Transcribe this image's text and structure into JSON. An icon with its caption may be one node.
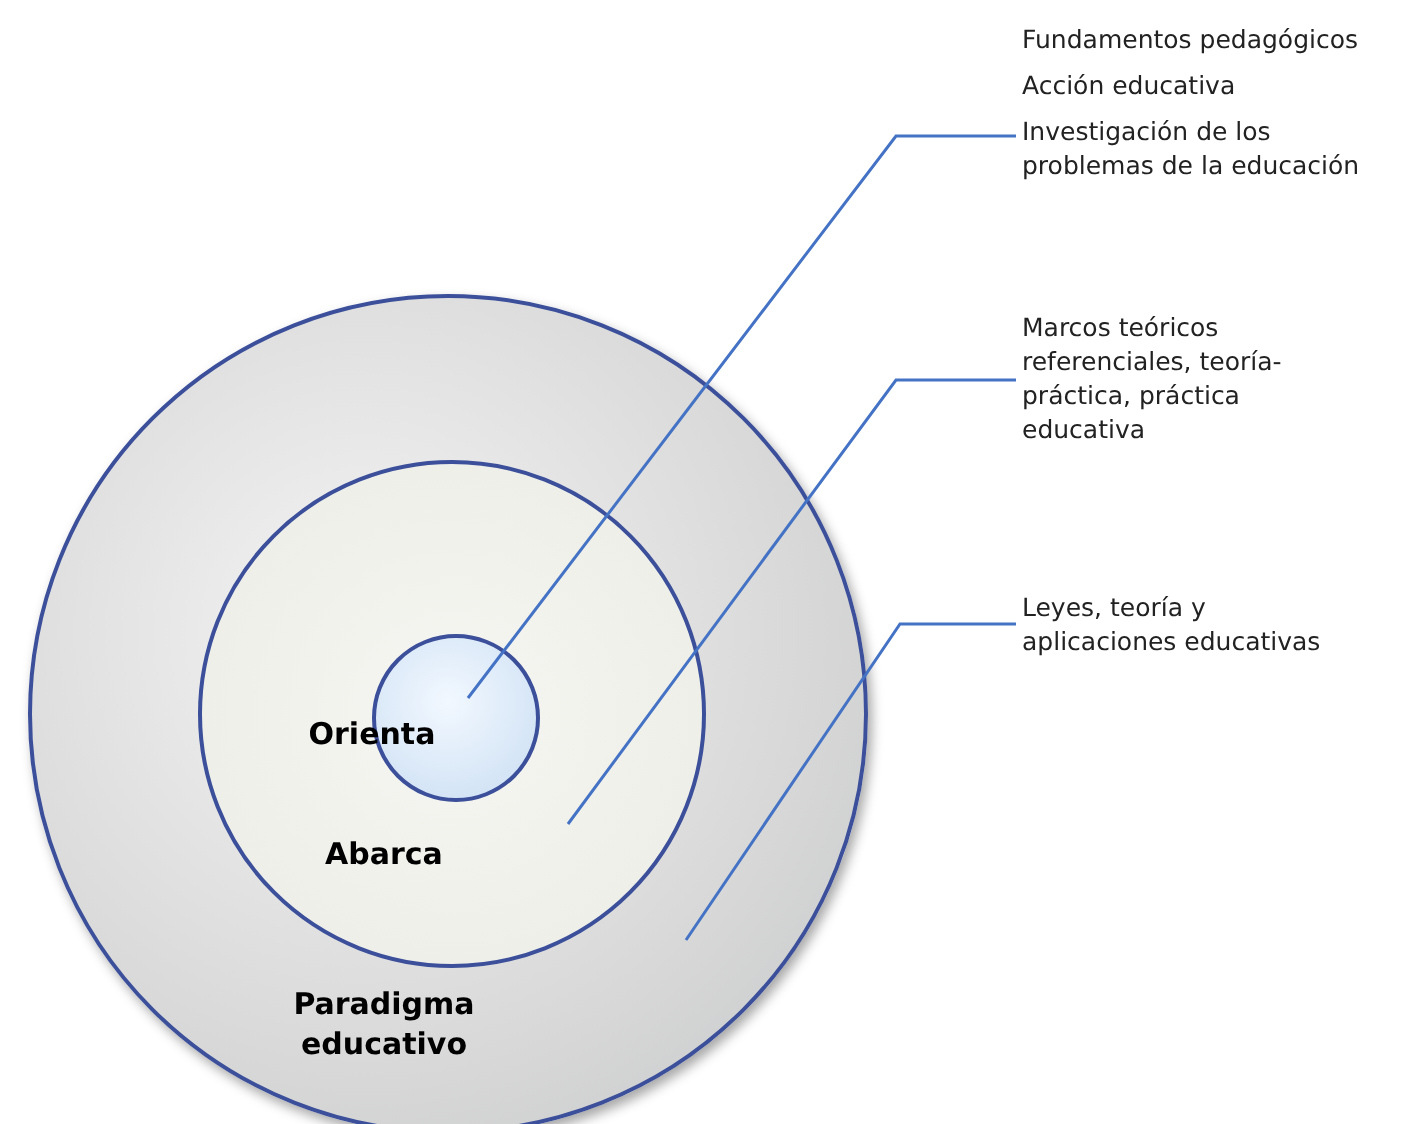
{
  "diagram": {
    "nodes": [
      {
        "text": [
          "Paradigma educativo"
        ]
      },
      {
        "text": [
          "Abarca"
        ],
        "in": 0
      },
      {
        "text": [
          "Orienta"
        ],
        "in": 1
      },
      {
        "text": [
          "Fundamentos pedagógicos",
          "Acción educativa",
          "Investigación de los problemas de la educación"
        ]
      },
      {
        "text": [
          "Marcos teóricos referenciales, teoría-práctica, práctica educativa"
        ]
      },
      {
        "text": [
          "Leyes, teoría y aplicaciones educativas"
        ]
      }
    ],
    "edges": [
      {
        "from": 3,
        "to": 2,
        "arrow": "none"
      },
      {
        "from": 4,
        "to": 1,
        "arrow": "none"
      },
      {
        "from": 5,
        "to": 0,
        "arrow": "none"
      }
    ]
  }
}
